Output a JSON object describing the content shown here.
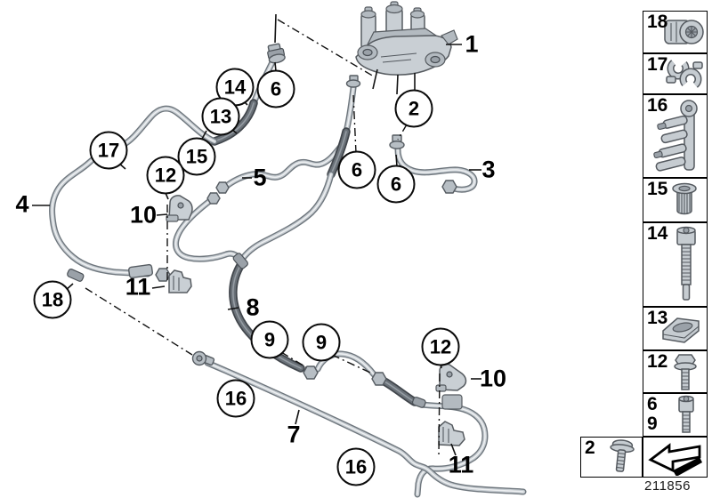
{
  "palette": {
    "pipe_light": "#c6ccd1",
    "pipe_outline": "#6f777e",
    "hose_dark": "#6a7178",
    "line_black": "#111111",
    "part_fill": "#c9cfd4"
  },
  "diagram": {
    "callouts": [
      {
        "label": "14"
      },
      {
        "label": "13"
      },
      {
        "label": "6"
      },
      {
        "label": "2"
      },
      {
        "label": "17"
      },
      {
        "label": "15"
      },
      {
        "label": "12"
      },
      {
        "label": "6"
      },
      {
        "label": "6"
      },
      {
        "label": "18"
      },
      {
        "label": "9"
      },
      {
        "label": "9"
      },
      {
        "label": "12"
      },
      {
        "label": "16"
      },
      {
        "label": "16"
      }
    ],
    "labels": [
      {
        "label": "1"
      },
      {
        "label": "3"
      },
      {
        "label": "4"
      },
      {
        "label": "5"
      },
      {
        "label": "7"
      },
      {
        "label": "8"
      },
      {
        "label": "10"
      },
      {
        "label": "10"
      },
      {
        "label": "11"
      },
      {
        "label": "11"
      }
    ]
  },
  "sidebar": {
    "items": [
      {
        "number": "18",
        "icon": "pipe-coupling-clamp-icon"
      },
      {
        "number": "17",
        "icon": "double-pipe-clip-icon"
      },
      {
        "number": "16",
        "icon": "multi-pipe-holder-icon"
      },
      {
        "number": "15",
        "icon": "threaded-bushing-icon"
      },
      {
        "number": "14",
        "icon": "long-socket-screw-icon"
      },
      {
        "number": "13",
        "icon": "sheet-metal-clamp-icon"
      },
      {
        "number": "12",
        "icon": "hex-flange-bolt-icon"
      },
      {
        "numbers": [
          "6",
          "9"
        ],
        "icon": "socket-head-screw-icon"
      },
      {
        "number": "2",
        "icon": "flange-screw-icon"
      },
      {
        "icon": "installation-direction-arrow-icon"
      }
    ]
  },
  "footer": {
    "diagram_number": "211856"
  }
}
